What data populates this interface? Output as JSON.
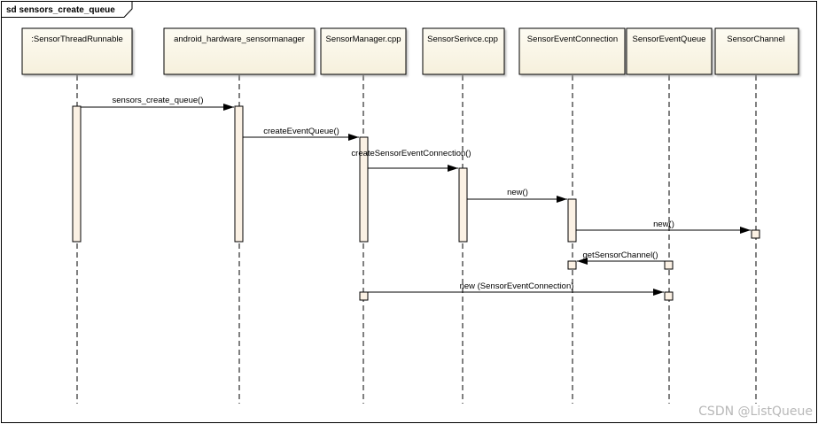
{
  "diagram": {
    "frame_title": "sd sensors_create_queue",
    "watermark": "CSDN @ListQueue",
    "colors": {
      "participant_fill": "#fbf7e8",
      "activation_fill": "#fbf1e4",
      "line": "#000000"
    },
    "participants": [
      {
        "id": "runnable",
        "label": ":SensorThreadRunnable"
      },
      {
        "id": "jni",
        "label": "android_hardware_sensormanager"
      },
      {
        "id": "manager",
        "label": "SensorManager.cpp"
      },
      {
        "id": "service",
        "label": "SensorSerivce.cpp"
      },
      {
        "id": "connection",
        "label": "SensorEventConnection"
      },
      {
        "id": "queue",
        "label": "SensorEventQueue"
      },
      {
        "id": "channel",
        "label": "SensorChannel"
      }
    ],
    "messages": [
      {
        "label": "sensors_create_queue()",
        "from": "runnable",
        "to": "jni"
      },
      {
        "label": "createEventQueue()",
        "from": "jni",
        "to": "manager"
      },
      {
        "label": "createSensorEventConnection()",
        "from": "manager",
        "to": "service"
      },
      {
        "label": "new()",
        "from": "service",
        "to": "connection"
      },
      {
        "label": "new()",
        "from": "connection",
        "to": "channel"
      },
      {
        "label": "getSensorChannel()",
        "from": "queue",
        "to": "connection"
      },
      {
        "label": "new (SensorEventConnection)",
        "from": "manager",
        "to": "queue"
      }
    ]
  }
}
